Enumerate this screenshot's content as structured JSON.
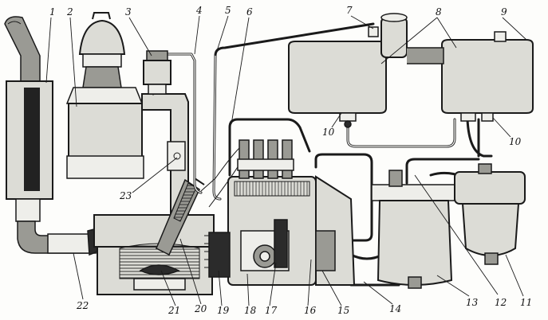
{
  "labels": [
    "1",
    "2",
    "3",
    "4",
    "5",
    "6",
    "7",
    "8",
    "9",
    "10",
    "10",
    "11",
    "12",
    "13",
    "14",
    "15",
    "16",
    "17",
    "18",
    "19",
    "20",
    "21",
    "22",
    "23"
  ]
}
